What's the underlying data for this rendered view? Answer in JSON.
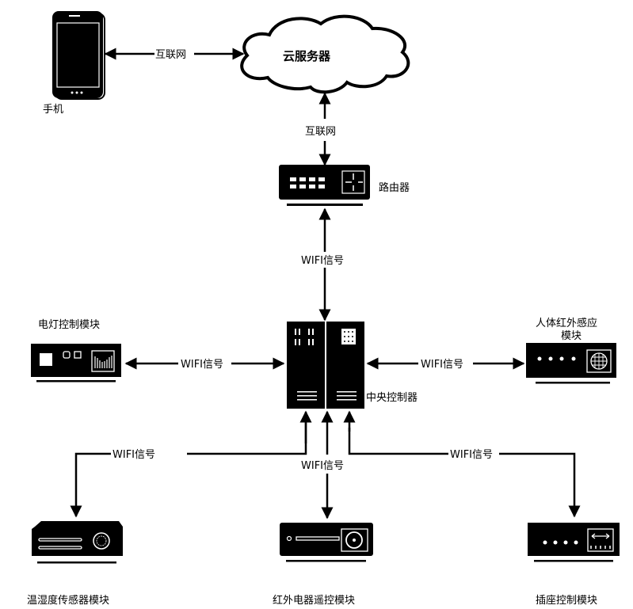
{
  "diagram": {
    "title": "智能家居系统连接示意图",
    "nodes": {
      "phone": {
        "label": "手机",
        "icon": "smartphone-icon"
      },
      "cloud": {
        "label": "云服务器",
        "icon": "cloud-icon"
      },
      "router": {
        "label": "路由器",
        "icon": "router-icon"
      },
      "controller": {
        "label": "中央控制器",
        "icon": "server-cabinet-icon"
      },
      "light": {
        "label": "电灯控制模块",
        "icon": "light-control-device-icon"
      },
      "pir": {
        "label_line1": "人体红外感应",
        "label_line2": "模块",
        "icon": "pir-sensor-device-icon"
      },
      "temp": {
        "label": "温湿度传感器模块",
        "icon": "temp-humidity-device-icon"
      },
      "ir": {
        "label": "红外电器遥控模块",
        "icon": "ir-remote-device-icon"
      },
      "socket": {
        "label": "插座控制模块",
        "icon": "socket-control-device-icon"
      }
    },
    "edges": {
      "phone_cloud": "互联网",
      "cloud_router": "互联网",
      "router_controller": "WIFI信号",
      "light_controller": "WIFI信号",
      "pir_controller": "WIFI信号",
      "temp_controller": "WIFI信号",
      "ir_controller": "WIFI信号",
      "socket_controller": "WIFI信号"
    }
  }
}
